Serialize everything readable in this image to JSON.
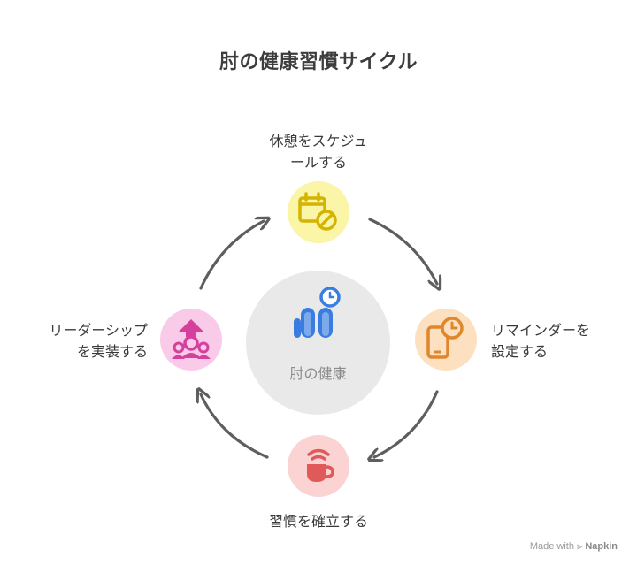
{
  "title": "肘の健康習慣サイクル",
  "center": {
    "label": "肘の健康",
    "icon": "hands-clock-icon"
  },
  "nodes": {
    "top": {
      "line1": "休憩をスケジュ",
      "line2": "ールする",
      "icon": "calendar-cancel-icon",
      "color": "#fbf5a8",
      "accent": "#d4b400"
    },
    "right": {
      "line1": "リマインダーを",
      "line2": "設定する",
      "icon": "phone-clock-icon",
      "color": "#fde0c0",
      "accent": "#e0862c"
    },
    "bottom": {
      "line1": "習慣を確立する",
      "icon": "coffee-icon",
      "color": "#fcd3d3",
      "accent": "#e05a5a"
    },
    "left": {
      "line1": "リーダーシップ",
      "line2": "を実装する",
      "icon": "leader-icon",
      "color": "#f9cbe8",
      "accent": "#d6409d"
    }
  },
  "footer": {
    "made_with": "Made with",
    "brand": "Napkin"
  }
}
